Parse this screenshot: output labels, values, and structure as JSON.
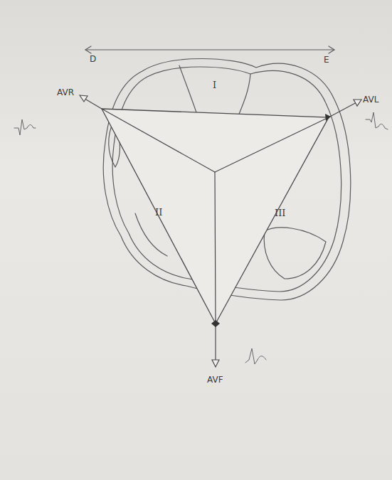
{
  "diagram": {
    "labels": [
      "D",
      "E",
      "AVR",
      "I",
      "AVL",
      "II",
      "III",
      "AVF"
    ]
  }
}
